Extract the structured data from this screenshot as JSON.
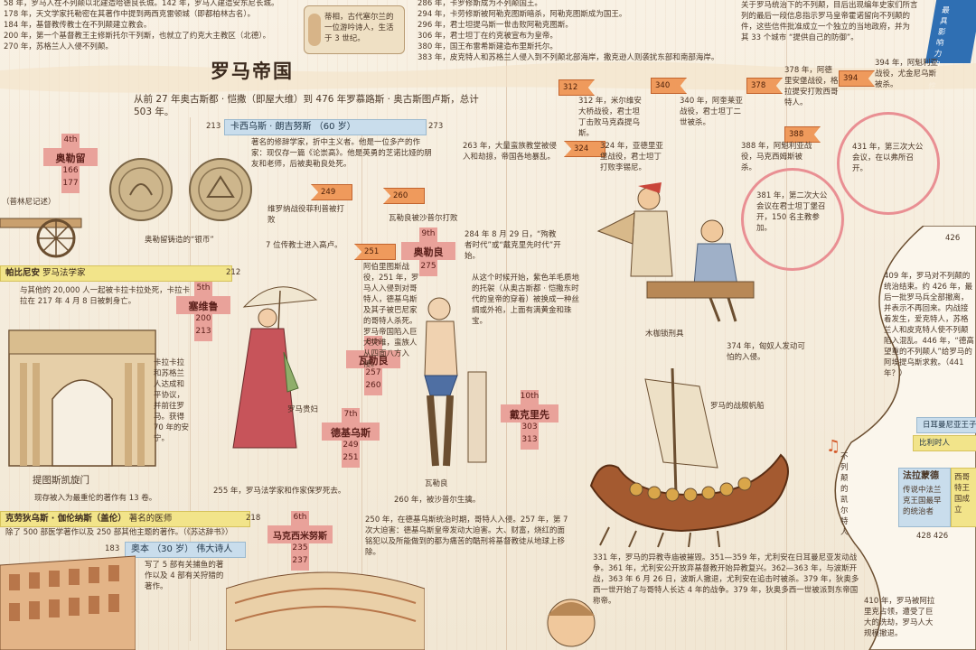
{
  "header": {
    "title": "罗马帝国",
    "subtitle": "从前 27 年奥古斯都 · 恺撒（即屋大维）到 476 年罗慕路斯 · 奥古斯图卢斯，总计 503 年。"
  },
  "top_left_events": [
    "58 年，罗马人在不列颠以北建造哈德良长城。142 年，罗马人建造安东尼长城。",
    "178 年，天文学家托勒密在其著作中提到两西克雷顿城（即都柏林古名）。",
    "184 年，基督教传教士在不列颠建立教会。",
    "200 年，第一个基督教王主修斯托尔干列斯，也就立了约克大主教区（北德）。",
    "270 年，苏格兰人入侵不列颠。"
  ],
  "scroll_note": "蒂相，古代塞尔兰的一位游吟诗人，生活于 3 世纪。",
  "mid_top_events": [
    "286 年，卡罗修斯成为不列颠国王。",
    "294 年，卡劳修斯被阿勒克图斯暗杀，阿勒克图斯成为国王。",
    "296 年，君士坦提乌斯一世击败阿勒克图斯。",
    "306 年，君士坦丁在约克被宣布为皇帝。",
    "380 年，国王布雷希斯建造布里斯托尔。",
    "383 年，皮克特人和苏格兰人侵入到不列颠北部海岸，撒克逊人则袭扰东部和南部海岸。"
  ],
  "top_right_text": [
    "关于罗马统治下的不列颠，目后出现编年史家们所言",
    "列的最后一段信息指示罗马皇帝霍诺留向不列颠的",
    "件，这些信件批准成立一个独立的当地政府，并为",
    "其 33 个城市 “提供自己的防御”。"
  ],
  "emperors": [
    {
      "ordinal": "4th",
      "name": "奥勒留",
      "start": "166",
      "end": "177"
    },
    {
      "ordinal": "5th",
      "name": "塞维鲁",
      "start": "200",
      "end": "213"
    },
    {
      "ordinal": "6th",
      "name": "马克西米努斯",
      "start": "235",
      "end": "237"
    },
    {
      "ordinal": "7th",
      "name": "德基乌斯",
      "start": "249",
      "end": "251"
    },
    {
      "ordinal": "8th",
      "name": "瓦勒良",
      "start": "257",
      "end": "260"
    },
    {
      "ordinal": "9th",
      "name": "奥勒良",
      "start": "275",
      "end": ""
    },
    {
      "ordinal": "10th",
      "name": "戴克里先",
      "start": "303",
      "end": "313"
    }
  ],
  "bands": {
    "cassius": {
      "name": "卡西乌斯 · 朗吉努斯",
      "age": "（60 岁）",
      "left_year": "213",
      "right_year": "273"
    },
    "papinian": {
      "name": "帕比尼安",
      "desc": "罗马法学家",
      "year": "212"
    },
    "galen": {
      "name": "克劳狄乌斯 · 伽伦纳斯（盖伦）",
      "desc": "著名的医师",
      "year": "218"
    },
    "ausonius": {
      "name": "奥本",
      "age": "（30 岁）",
      "desc": "伟大诗人",
      "year": "183"
    }
  },
  "captions": {
    "coin": "奥勒留铸造的“银币”",
    "wheel": "（普林尼记述）",
    "triumph_arch": "提图斯凯旋门",
    "lady": "罗马贵妇",
    "valerian": "瓦勒良",
    "stocks": "木枷锁刑具",
    "ship": "罗马的战舰帆船"
  },
  "texts": {
    "cassius_desc": "著名的修辞学家，折中主义者。他是一位多产的作家：现仅存一篇《论崇高》。他是英勇的芝诺比娅的朋友和老师，后被奥勒良处死。",
    "papinian_desc": "与其他的 20,000 人一起被卡拉卡拉处死，卡拉卡拉在 217 年 4 月 8 日被刺身亡。",
    "caracalla_desc": "卡拉卡拉和苏格兰人达成和平协议，并前往罗马。获得 70 年的安宁。",
    "galen_desc": "现存被入为最重伦的著作有 13 卷。",
    "galen_extra": "除了 500 部医学著作以及 250 部其他主题的著作。（《苏达辞书》）",
    "ausonius_desc": "写了 5 部有关捕鱼的著作以及 4 部有关狩猎的著作。",
    "persecution": "维罗纳战役菲利普被打败",
    "teachers": "7 位传教士进入高卢。",
    "gothic": "瓦勒良被沙普尔打败",
    "battles": "阿伯里图斯战役，251 年，罗马人入侵到对哥特人，德基乌斯及其子被巴尼家的哥特人杀死。罗马帝国陷入巨大灾难，蛮族人从四面八方入侵。",
    "valerian_cap": "260 年，被沙普尔生擒。",
    "valerian_year": "255 年，罗马法学家和作家保罗死去。",
    "martyr": "284 年 8 月 29 日，“殉教者时代”或“戴克里先时代”开始。",
    "purple": "从这个时候开始，紫色羊毛质地的托袈（从奥古斯都 · 恺撒东时代的皇帝的穿着）被换成一种丝绸或外袍，上面有满黄金和珠宝。",
    "persian": "263 年，大量蛮族教堂被侵入和劫掠，帝国各地暴乱。",
    "fall_250": "250 年，在德基乌斯统治时期，哥特人入侵。257 年，第 7 次大迫害：德基乌斯皇帝发动大迫害。大、财富，烧红的面铭犯以及所能做到的都为痛苦的酷刑将基督教徒从地球上移除。",
    "constantine_324": "324 年，亚德里亚堡战役，君士坦丁打败李锡尼。",
    "constantine_312": "312 年，米尔维安大桥战役，君士坦丁击败马克森提乌斯。",
    "battle_340": "340 年，阿奎莱亚战役，君士坦丁二世被杀。",
    "battle_378": "378 年，阿德里安堡战役，格拉提安打败西哥特人。",
    "battle_388": "388 年，阿魁利亚战役，马克西姆斯被杀。",
    "battle_394": "394 年，阿魁利亚战役，尤金尼乌斯被杀。",
    "council_381": "381 年，第二次大公会议在君士坦丁堡召开，150 名主教参加。",
    "council_431": "431 年，第三次大公会议，在以弗所召开。",
    "persians_374": "374 年，匈奴人发动可怕的入侵。",
    "ship_events": "331 年，罗马的异教寺庙被摧毁。351—359 年，尤利安在日耳曼尼亚发动战争。361 年，尤利安公开放弃基督教开始异教复兴。362—363 年，与波斯开战，363 年 6 月 26 日，波斯人撤退，尤利安在追击时被杀。379 年，狄奥多西一世开始了与哥特人长达 4 年的战争。379 年，狄奥多西一世被派到东帝国称帝。",
    "right_409": "409 年，罗马对不列颠的统治结束。约 426 年，最后一批罗马兵全部撤离，并表示不再回来。内战接着发生，爱克特人，苏格兰人和皮克特人使不列颠陷入混乱。446 年，“德高望重的不列颠人”给罗马的阿埃提乌斯求救。（441 年？）",
    "right_410": "410 年，罗马被阿拉里克占领，遭受了巨大的洗劫，罗马人大规模撤退。",
    "alaric": "法拉蒙德",
    "alaric_desc": "传说中法兰克王国最早的统治者",
    "west_gothic": "西哥特王国成立",
    "right_mini_band": "日耳曼尼亚王子",
    "right_mini_band2": "比利时人",
    "vertical_text": "不列颠的凯尔特人",
    "right_years": "428  426",
    "year_426": "426"
  },
  "year_flags": [
    {
      "year": "249"
    },
    {
      "year": "260"
    },
    {
      "year": "251"
    },
    {
      "year": "312"
    },
    {
      "year": "324"
    },
    {
      "year": "340"
    },
    {
      "year": "378"
    },
    {
      "year": "388"
    },
    {
      "year": "394"
    }
  ],
  "corner_label": "最具影响力的女性"
}
